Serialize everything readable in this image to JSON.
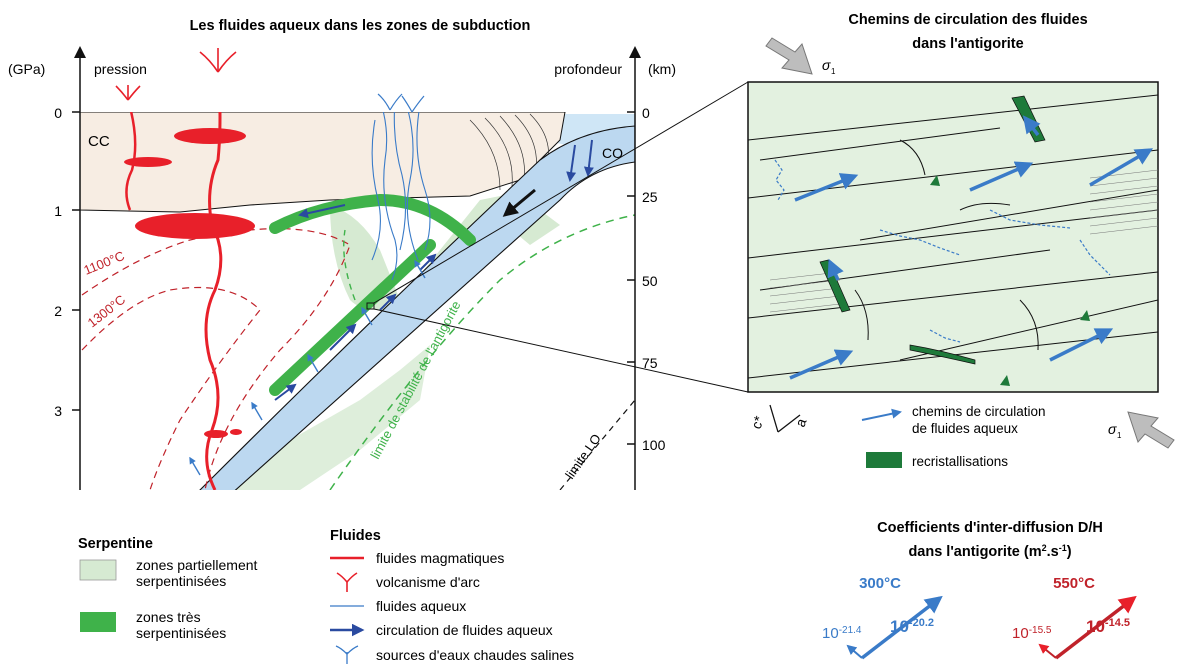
{
  "left_panel": {
    "title": "Les fluides aqueux dans les zones de subduction",
    "pressure_unit": "(GPa)",
    "pressure_label": "pression",
    "depth_label": "profondeur",
    "depth_unit": "(km)",
    "pressure_ticks": [
      "0",
      "1",
      "2",
      "3"
    ],
    "depth_ticks": [
      "0",
      "25",
      "50",
      "75",
      "100"
    ],
    "label_cc": "CC",
    "label_co": "CO",
    "isotherm_1100": "1100°C",
    "isotherm_1300": "1300°C",
    "antigorite_limit": "limite de stabilité de l'antigorite",
    "lo_limit": "limite LO"
  },
  "right_panel": {
    "title_line1": "Chemins de circulation des fluides",
    "title_line2": "dans l'antigorite",
    "sigma1": "σ",
    "sigma1_sub": "1",
    "axis_c": "c*",
    "axis_a": "a",
    "legend_paths_line1": "chemins de circulation",
    "legend_paths_line2": "de fluides aqueux",
    "legend_recryst": "recristallisations"
  },
  "legend_serpentine": {
    "title": "Serpentine",
    "partial_line1": "zones partiellement",
    "partial_line2": "serpentinisées",
    "high_line1": "zones très",
    "high_line2": "serpentinisées"
  },
  "legend_fluids": {
    "title": "Fluides",
    "items": [
      "fluides magmatiques",
      "volcanisme d'arc",
      "fluides aqueux",
      "circulation de fluides aqueux",
      "sources d'eaux chaudes salines"
    ]
  },
  "diffusion": {
    "title_line1": "Coefficients d'inter-diffusion D/H",
    "title_line2": "dans l'antigorite (m",
    "title_sup1": "2",
    "title_mid": ".s",
    "title_sup2": "-1",
    "title_end": ")",
    "t300": "300°C",
    "t550": "550°C",
    "base": "10",
    "v300_small": "-21.4",
    "v300_big": "-20.2",
    "v550_small": "-15.5",
    "v550_big": "-14.5"
  },
  "colors": {
    "magma": "#e8202a",
    "blue": "#3a7bc8",
    "darkblue": "#2a4aa0",
    "serp_light": "#d6ead2",
    "serp_strong": "#3fb24a",
    "recryst": "#1e7a3a",
    "crust": "#f7ede3",
    "ocean": "#cfe6f6",
    "slab": "#bcd8f0",
    "isotherm": "#c0222a",
    "antigorite": "#3fb24a"
  }
}
